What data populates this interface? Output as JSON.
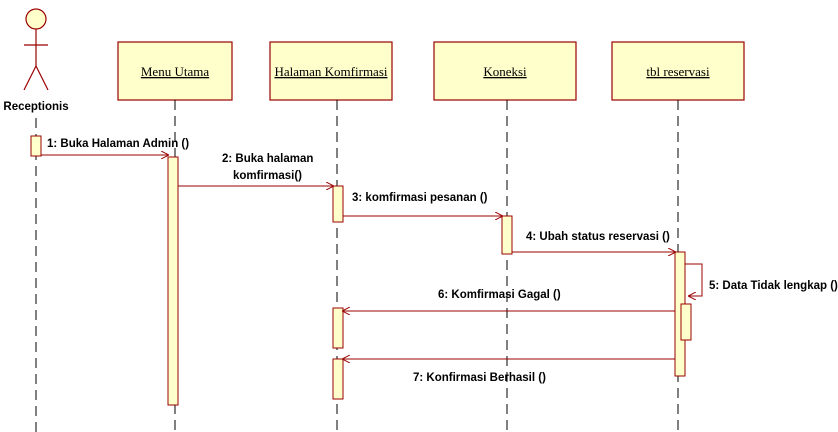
{
  "diagram": {
    "actor": {
      "label": "Receptionis"
    },
    "objects": [
      {
        "id": "menu",
        "label": "Menu Utama"
      },
      {
        "id": "halaman",
        "label": "Halaman Komfirmasi"
      },
      {
        "id": "koneksi",
        "label": "Koneksi"
      },
      {
        "id": "tbl",
        "label": "tbl reservasi"
      }
    ],
    "messages": [
      {
        "n": "1",
        "label": "1: Buka Halaman Admin ()"
      },
      {
        "n": "2a",
        "label": "2:  Buka halaman"
      },
      {
        "n": "2b",
        "label": "komfirmasi()"
      },
      {
        "n": "3",
        "label": "3:  komfirmasi pesanan ()"
      },
      {
        "n": "4",
        "label": "4:  Ubah status reservasi ()"
      },
      {
        "n": "5",
        "label": "5:  Data Tidak lengkap ()"
      },
      {
        "n": "6",
        "label": "6: Komfirmasi Gagal ()"
      },
      {
        "n": "7",
        "label": "7:  Konfirmasi Berhasil ()"
      }
    ],
    "colors": {
      "box_fill": "#ffffcc",
      "box_border": "#990000",
      "arrow": "#990000",
      "lifeline": "#000000"
    }
  }
}
